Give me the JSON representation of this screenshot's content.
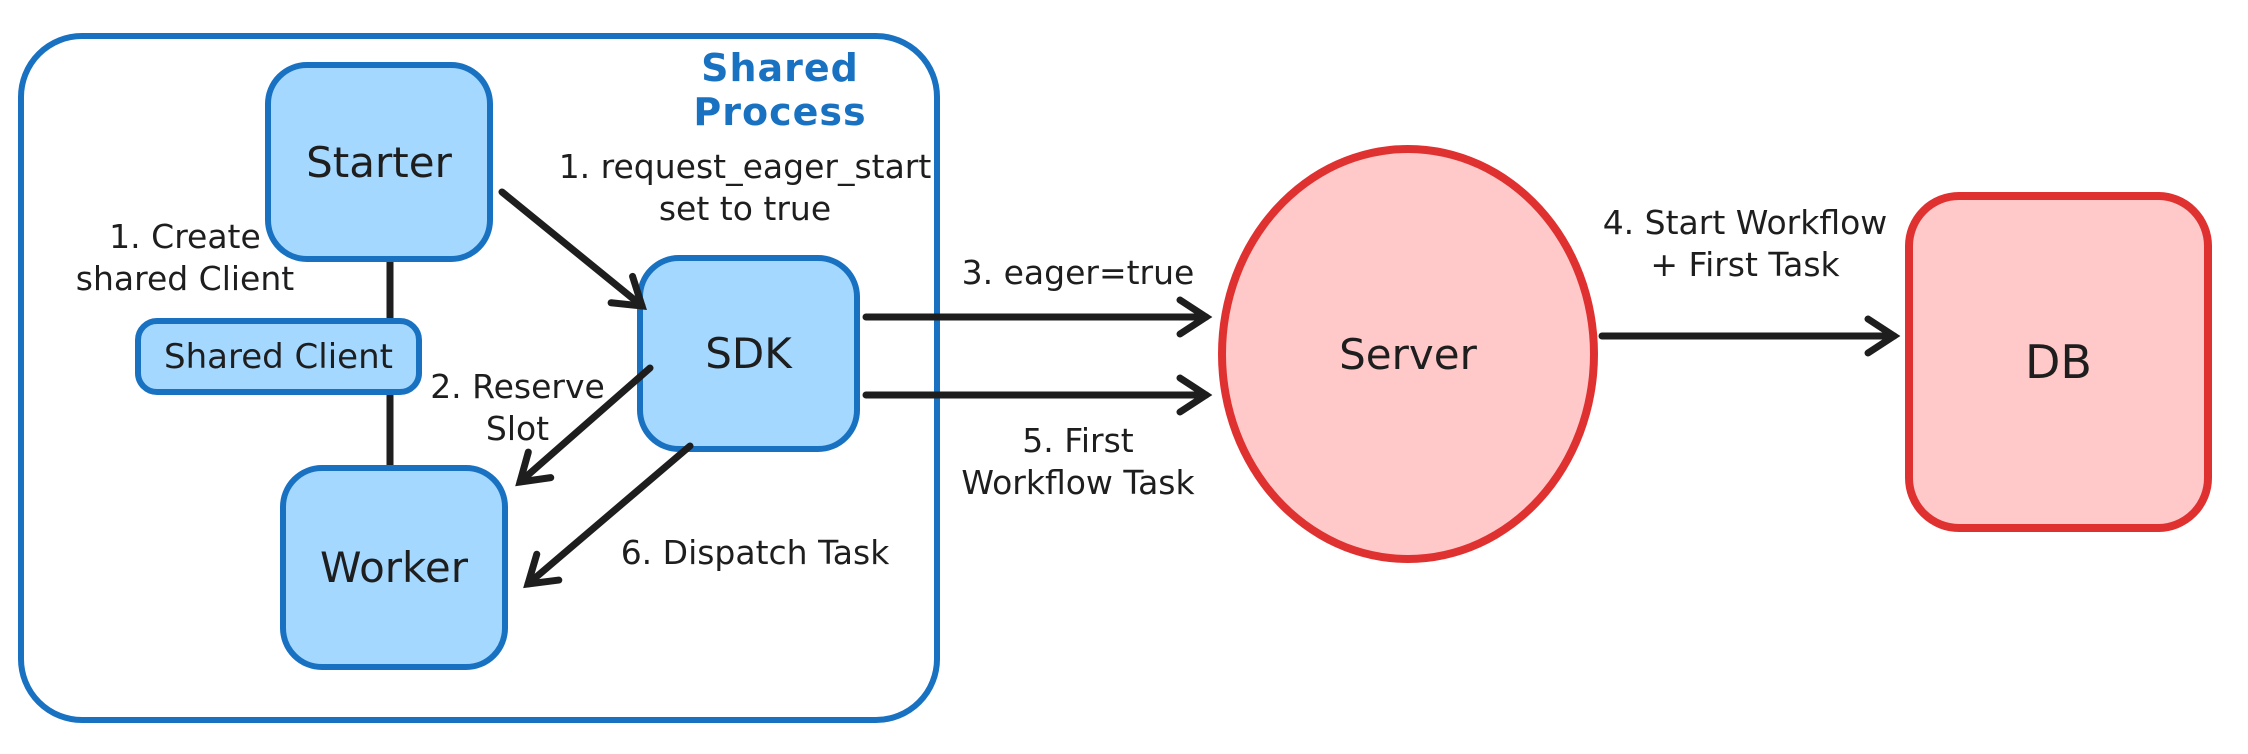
{
  "diagram": {
    "title": "Shared Process",
    "container": {
      "label": "Shared Process"
    },
    "nodes": {
      "starter": "Starter",
      "shared_client": "Shared Client",
      "worker": "Worker",
      "sdk": "SDK",
      "server": "Server",
      "db": "DB"
    },
    "annotations": {
      "create_client": "1. Create\nshared Client",
      "request_eager": "1. request_eager_start\nset to true",
      "reserve_slot": "2. Reserve\nSlot",
      "dispatch_task": "6. Dispatch Task",
      "eager_true": "3. eager=true",
      "first_wft": "5. First\nWorkflow Task",
      "start_workflow": "4. Start Workflow\n+ First Task"
    },
    "edges": [
      {
        "from": "starter",
        "to": "sdk",
        "label": "1. request_eager_start set to true"
      },
      {
        "from": "sdk",
        "to": "worker",
        "label": "2. Reserve Slot"
      },
      {
        "from": "sdk",
        "to": "server",
        "label": "3. eager=true"
      },
      {
        "from": "server",
        "to": "db",
        "label": "4. Start Workflow + First Task"
      },
      {
        "from": "sdk",
        "to": "server",
        "label": "5. First Workflow Task"
      },
      {
        "from": "sdk",
        "to": "worker",
        "label": "6. Dispatch Task"
      },
      {
        "from": "starter",
        "to": "worker",
        "label": ""
      }
    ],
    "colors": {
      "blue_stroke": "#1971c2",
      "blue_fill": "#a5d8ff",
      "red_stroke": "#e03131",
      "red_fill": "#ffc9c9",
      "ink": "#1e1e1e",
      "background": "#ffffff"
    }
  }
}
